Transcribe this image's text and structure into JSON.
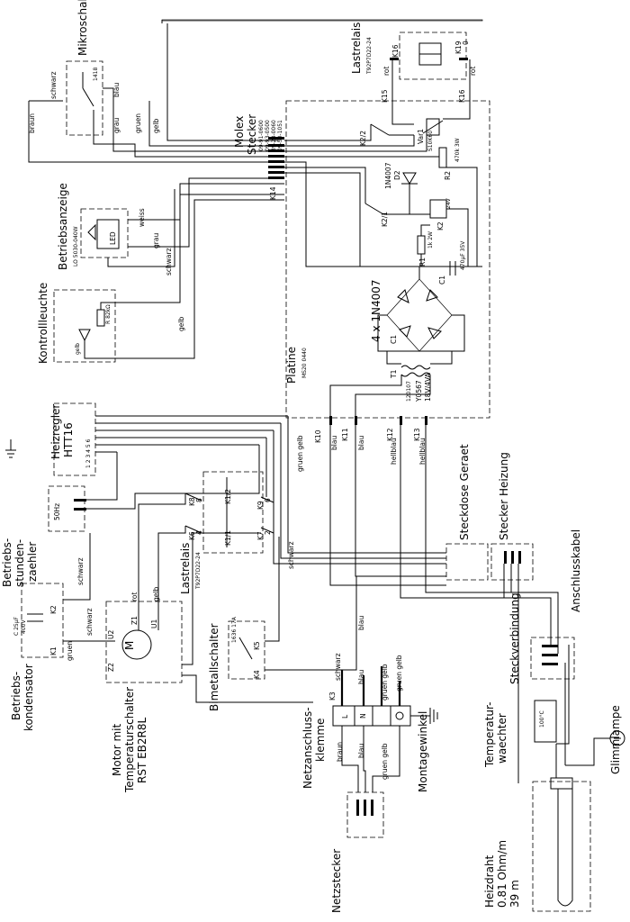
{
  "labels": {
    "mikroschalter": "Mikroschalter",
    "mikro_sub": "1418",
    "lastrelais_top": "Lastrelais",
    "lastrelais_top_sub": "T92P7D22-24",
    "k16": "K16",
    "k19": "K19",
    "k15": "K15",
    "k16b": "K16",
    "zero": "0",
    "rot": "rot",
    "rot2": "rot",
    "molex": "Molex",
    "stecker": "Stecker",
    "molex_p1": "09-91-0600",
    "molex_p2": "09-93-0500",
    "molex_p3": "39-28-0060",
    "molex_p4": "09-50-1051",
    "var1": "Var1",
    "var1_sub": "S10K60",
    "r2": "R2",
    "r2_sub": "470k 3W",
    "d2": "1N4007",
    "d2b": "D2",
    "k21": "K2/1",
    "k22": "K2/2",
    "k2": "K2",
    "k2_sub": "24V",
    "r1": "R1",
    "r1_sub": "1k 2W",
    "c1": "C1",
    "c1_sub": "470µF 35V",
    "k14": "K14",
    "braun": "braun",
    "schwarz": "schwarz",
    "blau": "blau",
    "grau": "grau",
    "gruen": "gruen",
    "gelb": "gelb",
    "weiss": "weiss",
    "betriebsanzeige": "Betriebsanzeige",
    "betriebsanzeige_sub": "LO 5030-040W",
    "led": "LED",
    "kontrollleuchte": "Kontrollleuchte",
    "kontroll_r": "R 82kΩ",
    "gelb_k": "gelb",
    "bridge": "4 x 1N4007",
    "platine": "Platine",
    "platine_sub": "MS20 0440",
    "t1": "T1",
    "t1_sub": "120107",
    "trafo": "Y0567",
    "trafo_sub": "18V/4VA",
    "c1_b": "C1",
    "heizregler": "Heizregler",
    "heizregler_sub": "HTT16",
    "hz_pins": "1 2 3 4 5 6",
    "betriebsstundenzaehler1": "Betriebs-",
    "betriebsstundenzaehler2": "stunden-",
    "betriebsstundenzaehler3": "zaehler",
    "bsz_val": "50Hz",
    "k10": "K10",
    "k11": "K11",
    "k12": "K12",
    "k13": "K13",
    "hellblau": "hellblau",
    "hellblau2": "hellblau",
    "gruen_gelb": "gruen gelb",
    "lastrelais_mid": "Lastrelais",
    "lastrelais_mid_sub": "T92P7D22-24",
    "k8": "K8",
    "k9": "K9",
    "k6": "K6",
    "k7": "K7",
    "k8n": "8",
    "k9n": "6",
    "k6n": "4",
    "k7n": "2",
    "k12r": "K1/2",
    "k11r": "K1/1",
    "steckdose": "Steckdose Geraet",
    "stecker_heizung": "Stecker Heizung",
    "anschlusskabel": "Anschlusskabel",
    "kondensator1": "Betriebs-",
    "kondensator2": "kondensator",
    "c_val": "C 25µF",
    "c_val2": "400V",
    "k1": "K1",
    "k2c": "K2",
    "motor1": "Motor mit",
    "motor2": "Temperaturschalter",
    "motor3": "RST EB2R8L",
    "u1": "U1",
    "u2": "U2",
    "z1": "Z1",
    "z2": "Z2",
    "m": "M",
    "bimetall": "Bimetallschalter",
    "bimetall_sub": "1636 17A",
    "k5": "K5",
    "k4": "K4",
    "netzschluss1": "Netzanschluss-",
    "netzschluss2": "klemme",
    "k3": "K3",
    "montagewinkel": "Montagewinkel",
    "netzstecker": "Netzstecker",
    "steckverbindung": "Steckverbindung",
    "temp1": "Temperatur-",
    "temp2": "waechter",
    "temp_val": "100°C",
    "glimmlampe": "Glimmlampe",
    "heizdraht1": "Heizdraht",
    "heizdraht2": "0.81 Ohm/m",
    "heizdraht3": "39 m",
    "term_l": "L",
    "term_n": "N",
    "gelb2": "gelb",
    "gruen2": "gruen"
  }
}
